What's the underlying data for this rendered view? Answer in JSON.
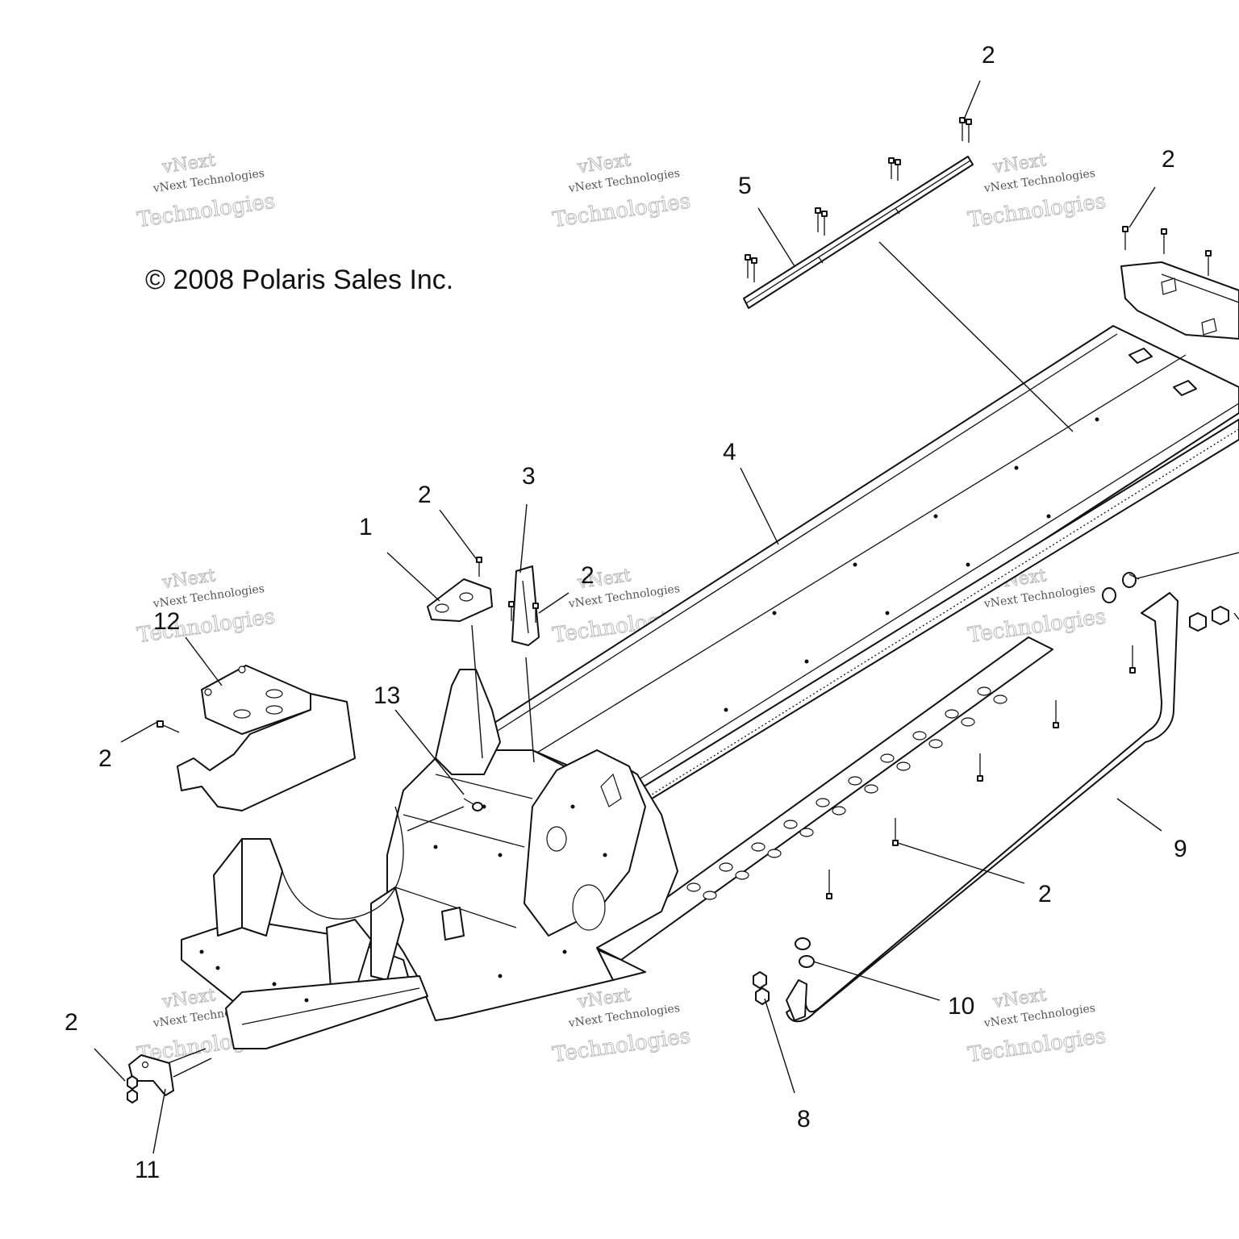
{
  "copyright": "© 2008 Polaris Sales Inc.",
  "watermark": {
    "line1": "vNext Technologies",
    "line2": "Technologies",
    "line0": "vNext"
  },
  "callouts": [
    {
      "id": "c-2-top",
      "label": "2"
    },
    {
      "id": "c-2-right-top",
      "label": "2"
    },
    {
      "id": "c-5",
      "label": "5"
    },
    {
      "id": "c-4",
      "label": "4"
    },
    {
      "id": "c-3",
      "label": "3"
    },
    {
      "id": "c-2-mid",
      "label": "2"
    },
    {
      "id": "c-1",
      "label": "1"
    },
    {
      "id": "c-2-br3",
      "label": "2"
    },
    {
      "id": "c-12",
      "label": "12"
    },
    {
      "id": "c-13",
      "label": "13"
    },
    {
      "id": "c-2-left",
      "label": "2"
    },
    {
      "id": "c-9",
      "label": "9"
    },
    {
      "id": "c-2-lower",
      "label": "2"
    },
    {
      "id": "c-10",
      "label": "10"
    },
    {
      "id": "c-8",
      "label": "8"
    },
    {
      "id": "c-2-bl",
      "label": "2"
    },
    {
      "id": "c-11",
      "label": "11"
    }
  ]
}
